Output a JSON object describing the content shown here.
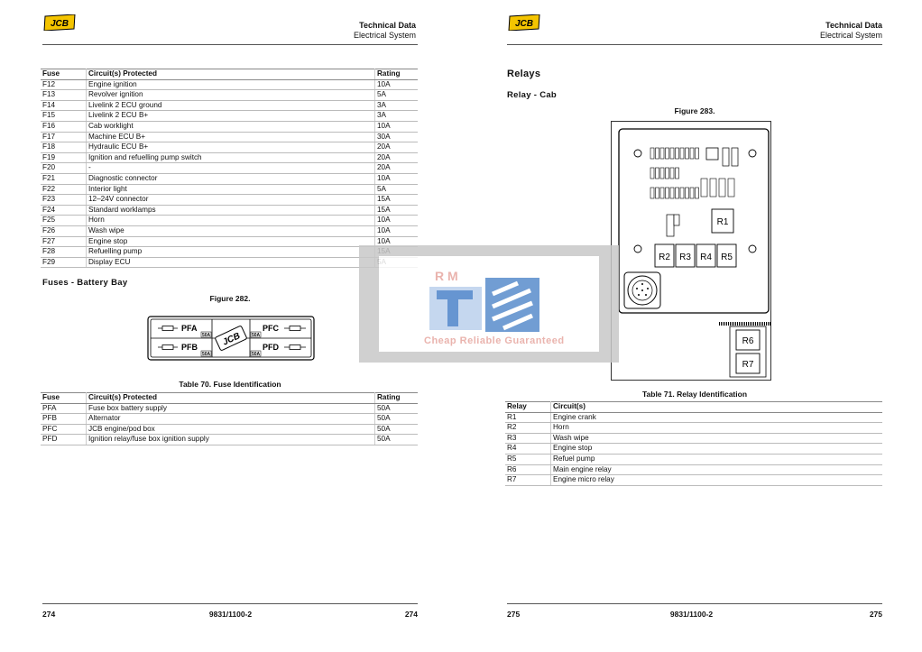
{
  "left": {
    "header": {
      "title": "Technical Data",
      "subtitle": "Electrical System"
    },
    "fuse_table": {
      "headers": [
        "Fuse",
        "Circuit(s) Protected",
        "Rating"
      ],
      "rows": [
        [
          "F12",
          "Engine ignition",
          "10A"
        ],
        [
          "F13",
          "Revolver ignition",
          "5A"
        ],
        [
          "F14",
          "Livelink 2 ECU ground",
          "3A"
        ],
        [
          "F15",
          "Livelink 2 ECU B+",
          "3A"
        ],
        [
          "F16",
          "Cab worklight",
          "10A"
        ],
        [
          "F17",
          "Machine ECU B+",
          "30A"
        ],
        [
          "F18",
          "Hydraulic ECU B+",
          "20A"
        ],
        [
          "F19",
          "Ignition and refuelling pump switch",
          "20A"
        ],
        [
          "F20",
          "-",
          "20A"
        ],
        [
          "F21",
          "Diagnostic connector",
          "10A"
        ],
        [
          "F22",
          "Interior light",
          "5A"
        ],
        [
          "F23",
          "12–24V connector",
          "15A"
        ],
        [
          "F24",
          "Standard worklamps",
          "15A"
        ],
        [
          "F25",
          "Horn",
          "10A"
        ],
        [
          "F26",
          "Wash wipe",
          "10A"
        ],
        [
          "F27",
          "Engine stop",
          "10A"
        ],
        [
          "F28",
          "Refuelling pump",
          "15A"
        ],
        [
          "F29",
          "Display ECU",
          "5A"
        ]
      ]
    },
    "section_title": "Fuses - Battery Bay",
    "figure_caption": "Figure 282.",
    "battery_labels": {
      "pfa": "PFA",
      "pfb": "PFB",
      "pfc": "PFC",
      "pfd": "PFD",
      "rating": "50A"
    },
    "table_caption": "Table 70. Fuse Identification",
    "ident_table": {
      "headers": [
        "Fuse",
        "Circuit(s) Protected",
        "Rating"
      ],
      "rows": [
        [
          "PFA",
          "Fuse box battery supply",
          "50A"
        ],
        [
          "PFB",
          "Alternator",
          "50A"
        ],
        [
          "PFC",
          "JCB engine/pod box",
          "50A"
        ],
        [
          "PFD",
          "Ignition relay/fuse box ignition supply",
          "50A"
        ]
      ]
    },
    "footer": {
      "page_left": "274",
      "doc": "9831/1100-2",
      "page_right": "274"
    }
  },
  "right": {
    "header": {
      "title": "Technical Data",
      "subtitle": "Electrical System"
    },
    "section_title": "Relays",
    "sub_title": "Relay - Cab",
    "figure_caption": "Figure 283.",
    "relay_labels": [
      "R1",
      "R2",
      "R3",
      "R4",
      "R5",
      "R6",
      "R7"
    ],
    "table_caption": "Table 71. Relay Identification",
    "relay_table": {
      "headers": [
        "Relay",
        "Circuit(s)"
      ],
      "rows": [
        [
          "R1",
          "Engine crank"
        ],
        [
          "R2",
          "Horn"
        ],
        [
          "R3",
          "Wash wipe"
        ],
        [
          "R4",
          "Engine stop"
        ],
        [
          "R5",
          "Refuel pump"
        ],
        [
          "R6",
          "Main engine relay"
        ],
        [
          "R7",
          "Engine micro relay"
        ]
      ]
    },
    "footer": {
      "page_left": "275",
      "doc": "9831/1100-2",
      "page_right": "275"
    }
  },
  "watermark": {
    "letters": "R M",
    "tagline": "Cheap Reliable Guaranteed"
  },
  "logo_text": "JCB",
  "colors": {
    "logo_yellow": "#f4c400",
    "watermark_pink": "#e7a7a0",
    "watermark_blue": "#2f6fbf"
  }
}
